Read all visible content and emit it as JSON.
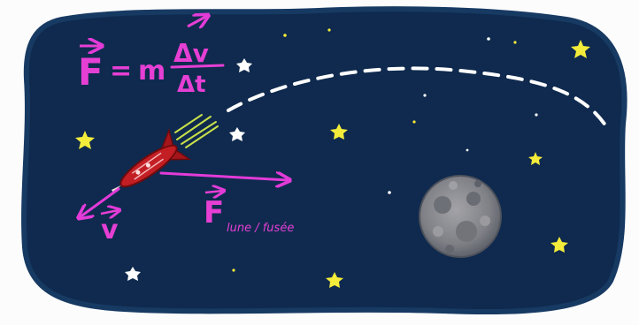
{
  "colors": {
    "page": "#fcfcfc",
    "space": "#0f2a4e",
    "space_edge": "#173a63",
    "magenta": "#e23bd8",
    "magenta_text": "#e63fd4",
    "star_yellow": "#f4ec3a",
    "star_white": "#ffffff",
    "trajectory": "#ffffff",
    "moon": "#8b8b8f",
    "rocket": "#c21e24",
    "exhaust": "#c9e04a"
  },
  "equation": {
    "force_symbol": "F",
    "equals": "=",
    "mass": "m",
    "delta_v": "Δv",
    "delta_t": "Δt"
  },
  "force_label": {
    "symbol": "F",
    "subscript": "lune / fusée"
  },
  "velocity_label": {
    "symbol": "v"
  },
  "icons": {
    "rocket": "rocket-icon",
    "moon": "moon-icon",
    "star": "star-icon"
  }
}
